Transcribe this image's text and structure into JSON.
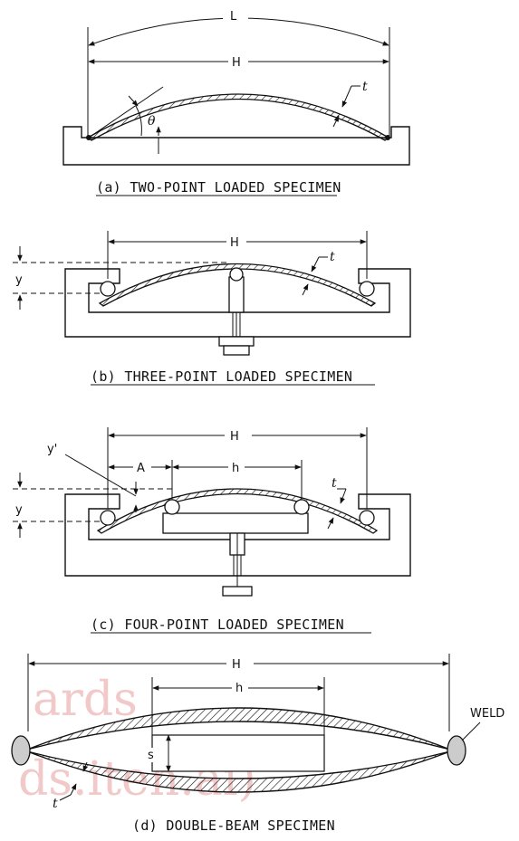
{
  "watermark": {
    "line1": "ards",
    "line2": "ds.iteh.ai)",
    "color": "#f1c9c9"
  },
  "panel_a": {
    "caption": "(a) TWO-POINT LOADED SPECIMEN",
    "label_L": "L",
    "label_H": "H",
    "label_t": "t",
    "label_theta": "θ"
  },
  "panel_b": {
    "caption": "(b) THREE-POINT LOADED SPECIMEN",
    "label_H": "H",
    "label_t": "t",
    "label_y": "y"
  },
  "panel_c": {
    "caption": "(c) FOUR-POINT LOADED SPECIMEN",
    "label_H": "H",
    "label_A": "A",
    "label_h": "h",
    "label_t": "t",
    "label_y": "y",
    "label_y_prime": "y'"
  },
  "panel_d": {
    "caption": "(d) DOUBLE-BEAM SPECIMEN",
    "label_H": "H",
    "label_h": "h",
    "label_s": "s",
    "label_t": "t",
    "label_weld": "WELD"
  }
}
